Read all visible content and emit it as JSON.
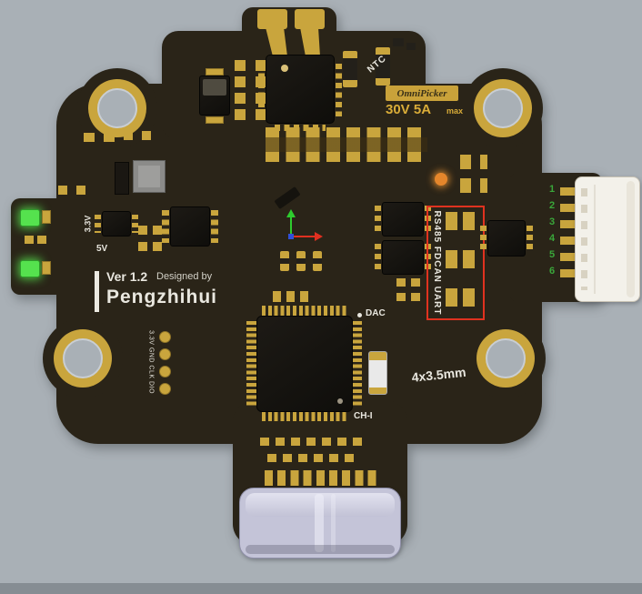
{
  "scene": {
    "background_color": "#a9b0b6",
    "board_color": "#2a2418",
    "pad_color": "#c9a53d",
    "silkscreen_color": "#e9e7df",
    "highlight_box_color": "#e0321f",
    "pin_number_color": "#3aa63a",
    "led_green_color": "#55e24e",
    "led_orange_color": "#e5862b"
  },
  "silkscreen": {
    "ntc_label": "NTC",
    "brand": "OmniPicker",
    "rating": "30V 5A",
    "rating_qualifier": "max",
    "rail_3v3": "3.3V",
    "rail_5v": "5V",
    "version": "Ver 1.2",
    "designed_by": "Designed by",
    "designer": "Pengzhihui",
    "bus_interfaces": "RS485 FDCAN UART",
    "dac_label": "DAC",
    "channel_label": "CH-I",
    "mounting_note": "4x3.5mm",
    "debug_header": "3.3V GND CLK DIO"
  },
  "side_connector": {
    "pin_numbers": [
      "1",
      "2",
      "3",
      "4",
      "5",
      "6"
    ]
  }
}
